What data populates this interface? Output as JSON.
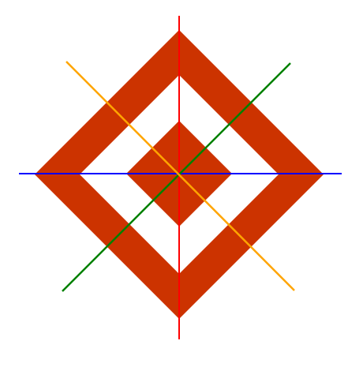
{
  "diagram": {
    "shape": "diamond-frame-with-inner-diamond",
    "colors": {
      "fill": "#cc3300",
      "vertical_axis": "#ff0000",
      "horizontal_axis": "#0000ff",
      "diagonal_ascending": "#008000",
      "diagonal_descending": "#ffa500"
    },
    "symmetry_lines": [
      "vertical",
      "horizontal",
      "diagonal-ascending",
      "diagonal-descending"
    ]
  }
}
